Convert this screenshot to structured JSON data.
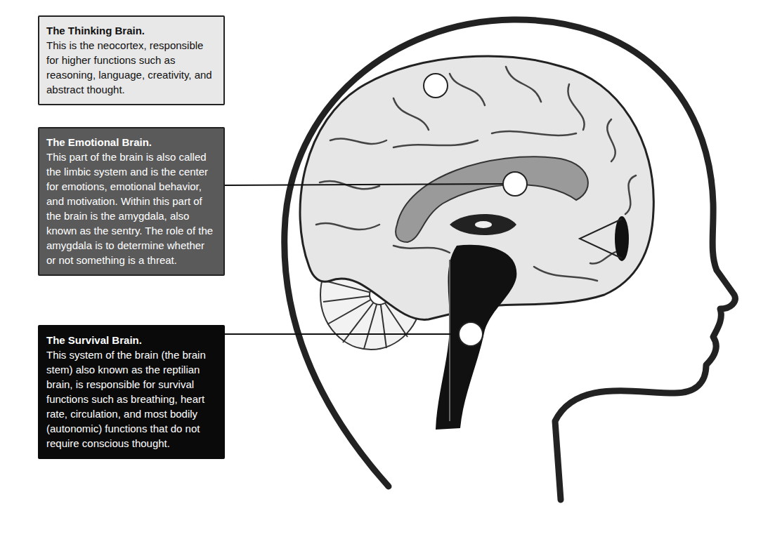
{
  "diagram": {
    "nodes": [
      {
        "text": [
          "The Thinking Brain.",
          "This is the neocortex, responsible for higher functions such as reasoning, language, creativity, and abstract thought."
        ]
      },
      {
        "text": [
          "The Emotional Brain.",
          "This part of the brain is also called the limbic system and is the center for emotions, emotional behavior, and motivation. Within this part of the brain is the amygdala, also known as the sentry. The role of the amygdala is to determine whether or not something is a threat."
        ]
      },
      {
        "text": [
          "The Survival Brain.",
          "This system of the brain (the brain stem) also known as the reptilian brain, is responsible for survival functions such as breathing, heart rate, circulation, and most bodily (autonomic) functions that do not require conscious thought."
        ]
      }
    ]
  }
}
